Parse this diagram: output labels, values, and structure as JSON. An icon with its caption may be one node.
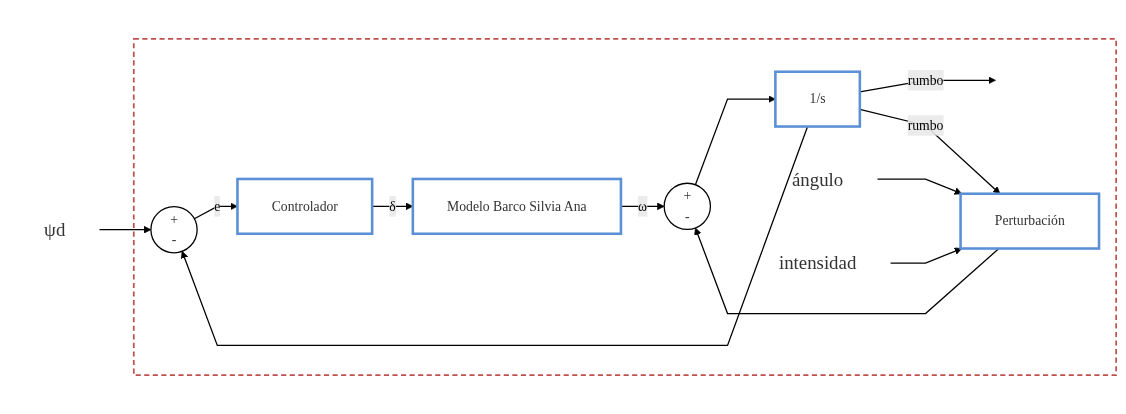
{
  "diagram": {
    "nodes": [
      {
        "text": [],
        "shape": "box"
      },
      {
        "text": [
          "ψd"
        ]
      },
      {
        "text": [
          "+",
          "-"
        ],
        "in": 0
      },
      {
        "text": [
          "Controlador"
        ],
        "in": 0
      },
      {
        "text": [
          "Modelo Barco Silvia Ana"
        ],
        "in": 0
      },
      {
        "text": [
          "+",
          "-"
        ],
        "in": 0
      },
      {
        "text": [
          "1/s"
        ],
        "in": 0
      },
      {
        "text": [
          "ángulo"
        ],
        "in": 0
      },
      {
        "text": [
          "intensidad"
        ],
        "in": 0
      },
      {
        "text": [
          "Perturbación"
        ],
        "in": 0
      }
    ],
    "edges": [
      {
        "from": 1,
        "to": 2,
        "arrow": "to"
      },
      {
        "from": 2,
        "to": 3,
        "arrow": "to",
        "label": "e"
      },
      {
        "from": 3,
        "to": 4,
        "arrow": "to",
        "label": "δ"
      },
      {
        "from": 4,
        "to": 5,
        "arrow": "to",
        "label": "ω"
      },
      {
        "from": 5,
        "to": 6,
        "arrow": "to"
      },
      {
        "from": 6,
        "to": null,
        "arrow": "to",
        "label": "rumbo"
      },
      {
        "from": 6,
        "to": 2,
        "arrow": "to"
      },
      {
        "from": 7,
        "to": 9,
        "arrow": "to"
      },
      {
        "from": 8,
        "to": 9,
        "arrow": "to"
      },
      {
        "from": 6,
        "to": 9,
        "arrow": "to",
        "label": "rumbo"
      },
      {
        "from": 9,
        "to": 5,
        "arrow": "to"
      }
    ]
  }
}
